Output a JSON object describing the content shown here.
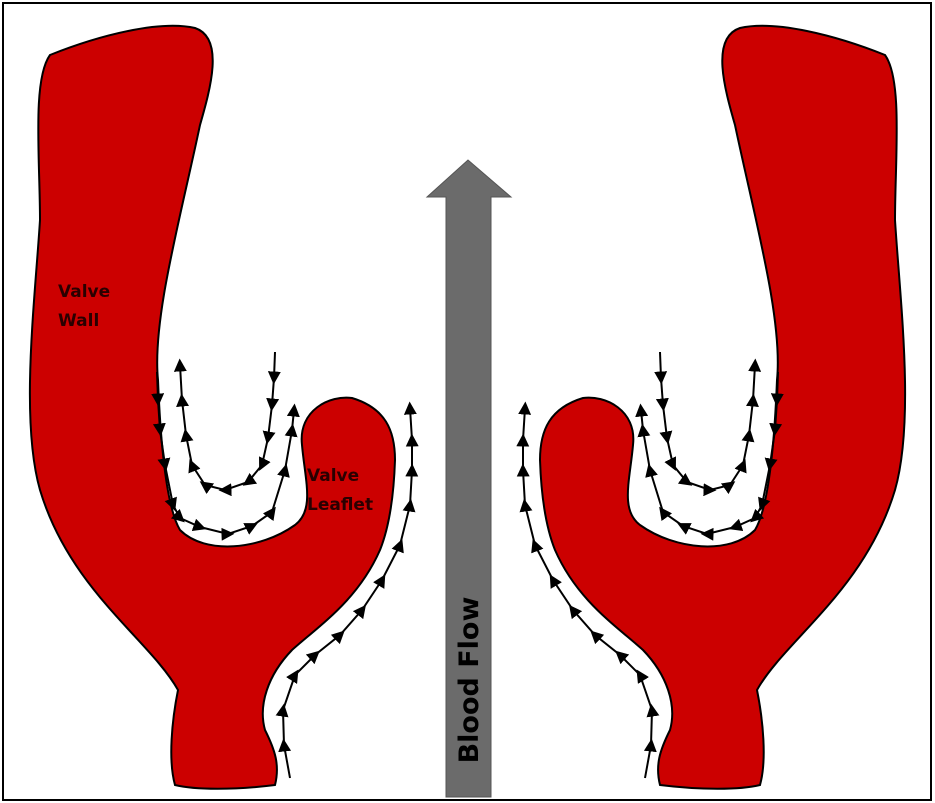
{
  "labels": {
    "valve_wall_line1": "Valve",
    "valve_wall_line2": "Wall",
    "valve_leaflet_line1": "Valve",
    "valve_leaflet_line2": "Leaflet",
    "blood_flow": "Blood Flow"
  },
  "colors": {
    "valve_tissue": "#cc0000",
    "outline": "#000000",
    "flow_arrow": "#6b6b6b",
    "background": "#ffffff"
  }
}
